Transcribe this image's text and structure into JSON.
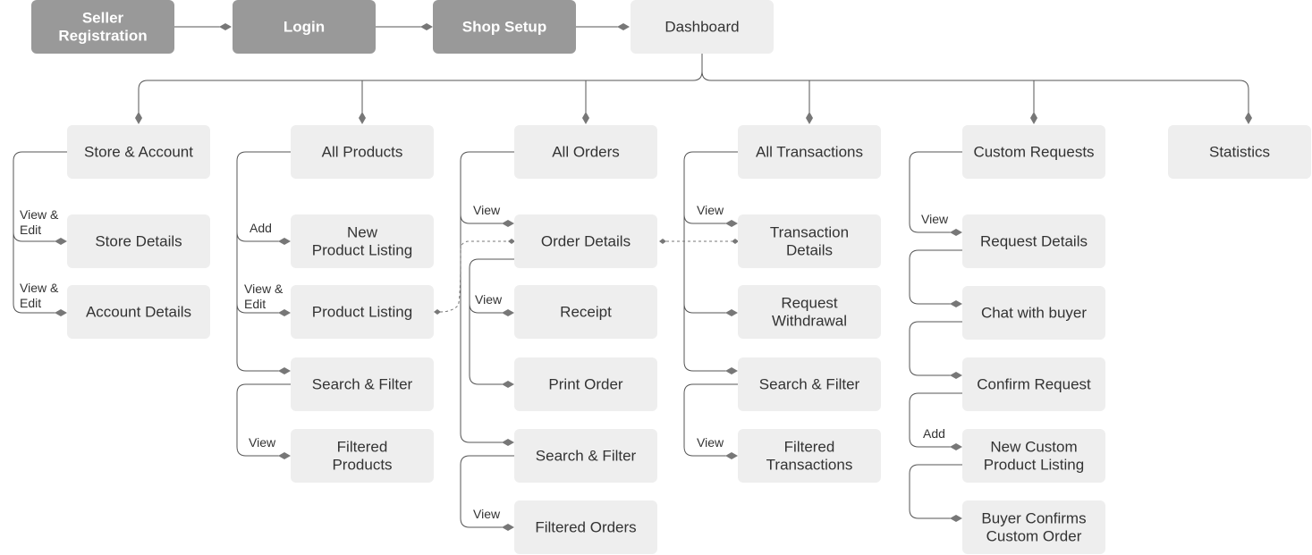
{
  "colors": {
    "dark_box": "#999999",
    "light_box": "#eeeeee",
    "dark_text": "#ffffff",
    "light_text": "#333333",
    "connector": "#555555",
    "marker": "#777777"
  },
  "flow": {
    "seller_registration": [
      "Seller",
      "Registration"
    ],
    "login": "Login",
    "shop_setup": "Shop Setup",
    "dashboard": "Dashboard"
  },
  "sections": {
    "store_account": "Store & Account",
    "all_products": "All Products",
    "all_orders": "All Orders",
    "all_transactions": "All Transactions",
    "custom_requests": "Custom Requests",
    "statistics": "Statistics"
  },
  "nodes": {
    "store_details": "Store Details",
    "account_details": "Account Details",
    "new_product_listing": [
      "New",
      "Product Listing"
    ],
    "product_listing": "Product Listing",
    "products_search_filter": "Search & Filter",
    "filtered_products": [
      "Filtered",
      "Products"
    ],
    "order_details": "Order Details",
    "receipt": "Receipt",
    "print_order": "Print Order",
    "orders_search_filter": "Search & Filter",
    "filtered_orders": "Filtered Orders",
    "transaction_details": [
      "Transaction",
      "Details"
    ],
    "request_withdrawal": [
      "Request",
      "Withdrawal"
    ],
    "transactions_search_filter": "Search & Filter",
    "filtered_transactions": [
      "Filtered",
      "Transactions"
    ],
    "request_details": "Request Details",
    "chat_with_buyer": "Chat with buyer",
    "confirm_request": "Confirm Request",
    "new_custom_product_listing": [
      "New Custom",
      "Product Listing"
    ],
    "buyer_confirms_custom_order": [
      "Buyer Confirms",
      "Custom Order"
    ]
  },
  "edge_labels": {
    "view_edit_store": [
      "View &",
      "Edit"
    ],
    "view_edit_account": [
      "View &",
      "Edit"
    ],
    "add_product": "Add",
    "view_edit_product": [
      "View &",
      "Edit"
    ],
    "view_filtered_products": "View",
    "view_order": "View",
    "view_receipt": "View",
    "view_filtered_orders": "View",
    "view_transaction": "View",
    "view_filtered_transactions": "View",
    "view_request": "View",
    "add_custom_product": "Add"
  }
}
